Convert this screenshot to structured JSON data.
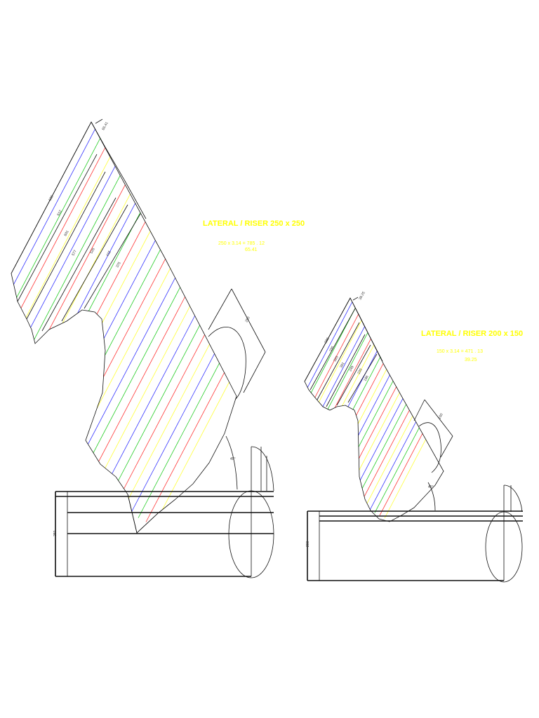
{
  "colors": {
    "red": "#ff3333",
    "yellow": "#ffff33",
    "blue": "#3333ff",
    "green": "#22cc22",
    "label": "#ffff00",
    "line": "#111111"
  },
  "left": {
    "title": "LATERAL / RISER 250 x 250",
    "formula_line1": "250 x 3.14 =   785 . 12",
    "formula_line2": "65.41",
    "dims": {
      "top": "65.41",
      "d1": "628",
      "d2": "612",
      "d3": "601",
      "d4": "577",
      "d5": "526",
      "d6": "415",
      "d7": "375",
      "branch": "250",
      "angle": "45°",
      "height": "250"
    }
  },
  "right": {
    "title": "LATERAL / RISER 200 x 150",
    "formula_line1": "150 x 3.14 =   471 . 13",
    "formula_line2": "39.25",
    "dims": {
      "top": "39.25",
      "d1": "338",
      "d2": "335",
      "d3": "320",
      "d4": "301",
      "d5": "249",
      "d6": "220",
      "d7": "186",
      "branch": "150",
      "angle": "45°",
      "height": "200"
    }
  }
}
